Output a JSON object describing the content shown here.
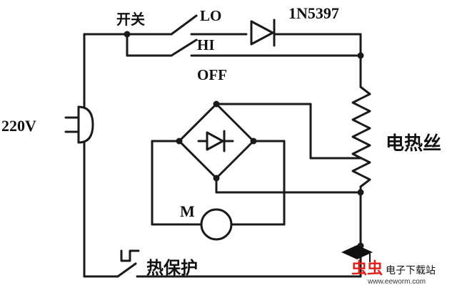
{
  "labels": {
    "switch": "开关",
    "lo": "LO",
    "hi": "HI",
    "off": "OFF",
    "diode_part": "1N5397",
    "voltage": "220V",
    "heating_wire": "电热丝",
    "motor": "M",
    "thermal_protector": "热保护"
  },
  "watermark": {
    "brand_cn": "电子下载站",
    "url": "www.eeworm.com",
    "colors": {
      "logo_red": "#e0201a",
      "text": "#111111"
    }
  }
}
